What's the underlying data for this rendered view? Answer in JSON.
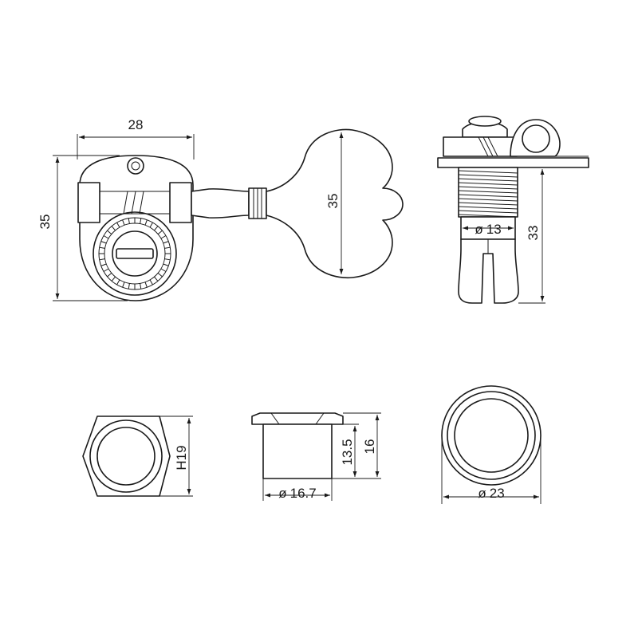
{
  "dimensions": {
    "front_width": "28",
    "front_height": "35",
    "button_height": "35",
    "side_shaft_dia": "13",
    "side_height": "33",
    "nut_hex": "H19",
    "bushing_dia": "16.7",
    "bushing_height_inner": "13.5",
    "bushing_height_total": "16",
    "washer_dia": "23"
  },
  "symbols": {
    "diameter": "ø"
  }
}
